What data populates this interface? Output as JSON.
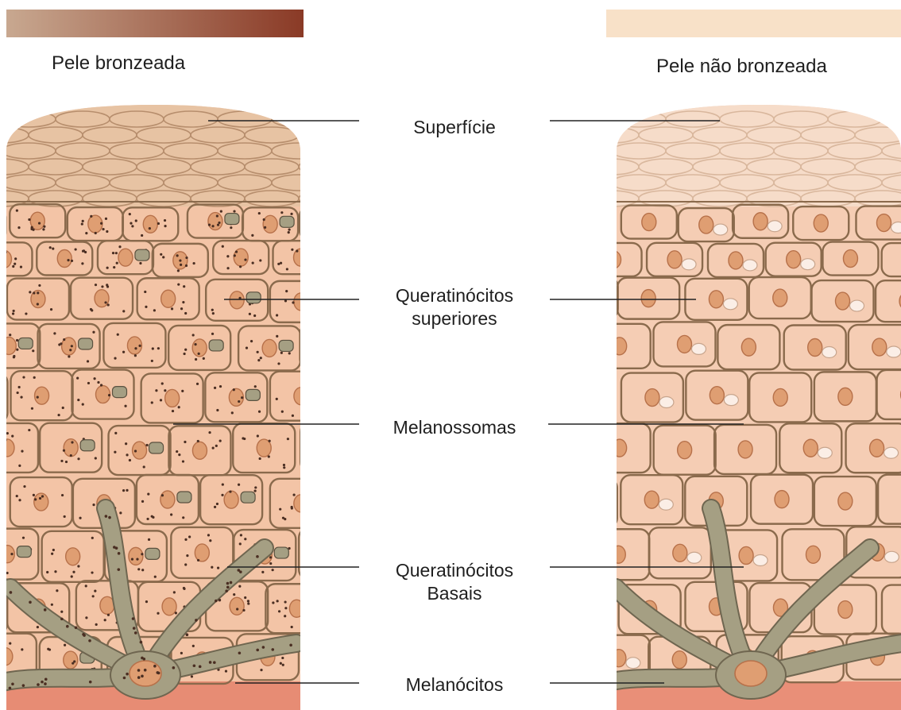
{
  "panels": {
    "tanned": {
      "title": "Pele bronzeada",
      "bar_gradient": [
        "#c8a890",
        "#8a3a26"
      ],
      "epidermis_color": "#f3c4a6",
      "dermis_color": "#e78c74",
      "surface_color": "#e7c3a3"
    },
    "untanned": {
      "title": "Pele não bronzeada",
      "bar_color": "#f8e1c8",
      "epidermis_color": "#f5cdb4",
      "dermis_color": "#e98f78",
      "surface_color": "#f6dcc9"
    }
  },
  "labels": [
    {
      "text": "Superfície"
    },
    {
      "text": "Queratinócitos\nsuperiores"
    },
    {
      "text": "Melanossomas"
    },
    {
      "text": "Queratinócitos\nBasais"
    },
    {
      "text": "Melanócitos"
    }
  ],
  "colors": {
    "cell_border": "#8a6a4c",
    "nucleus": "#df9e72",
    "melanocyte": "#a59f83",
    "melanin_dot": "#4a2e22",
    "leader_line": "#222222"
  }
}
